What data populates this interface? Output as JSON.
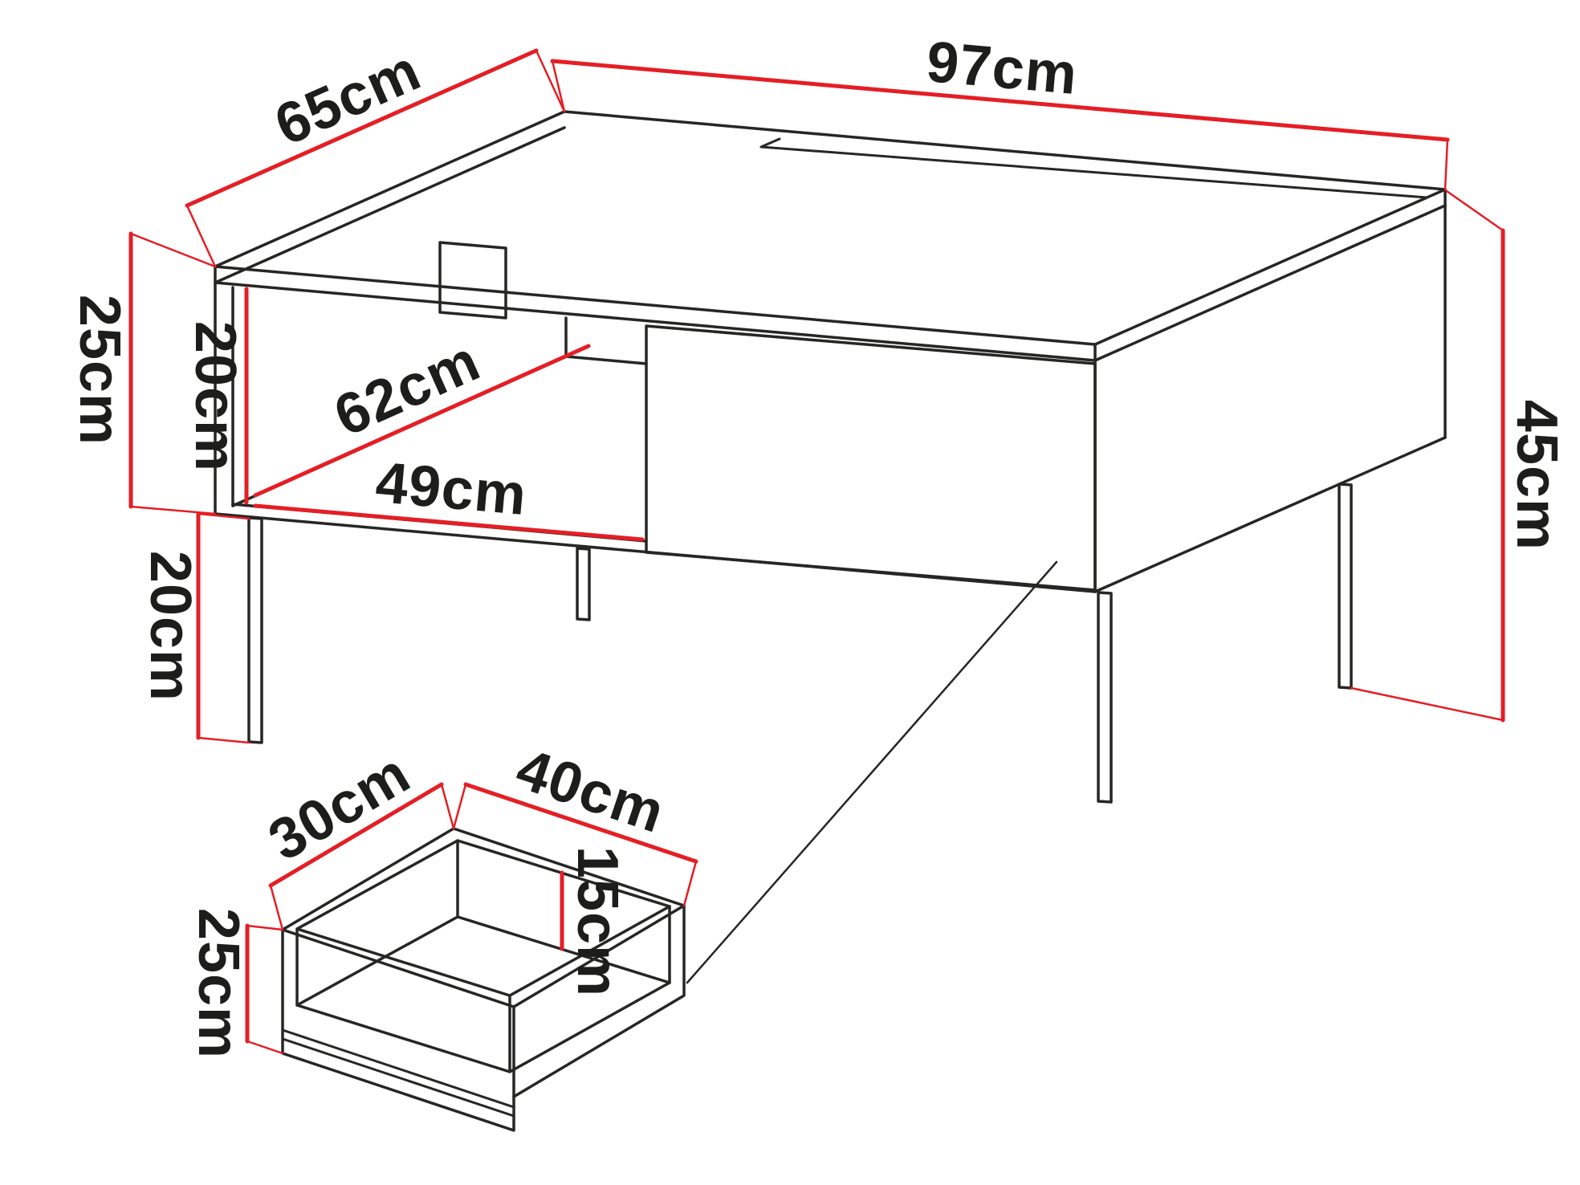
{
  "colors": {
    "background": "#ffffff",
    "line": "#262624",
    "dimension": "#e51e25",
    "label": "#1d1d1b"
  },
  "table": {
    "depth_label": "65cm",
    "width_label": "97cm",
    "body_height_label": "25cm",
    "compartment_height_label": "20cm",
    "compartment_depth_label": "62cm",
    "compartment_width_label": "49cm",
    "leg_height_label": "20cm",
    "total_height_label": "45cm"
  },
  "drawer": {
    "depth_label": "30cm",
    "width_label": "40cm",
    "interior_height_label": "15cm",
    "front_height_label": "25cm"
  }
}
